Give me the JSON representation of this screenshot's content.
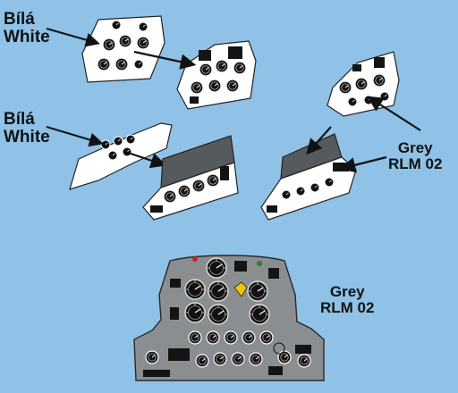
{
  "labels": {
    "white_top": {
      "line1": "Bílá",
      "line2": "White"
    },
    "white_mid": {
      "line1": "Bílá",
      "line2": "White"
    },
    "grey_right": {
      "line1": "Grey",
      "line2": "RLM 02"
    },
    "grey_bottom": {
      "line1": "Grey",
      "line2": "RLM 02"
    }
  },
  "colors": {
    "background": "#8fc2e6",
    "white_paint": "#ffffff",
    "grey_paint": "#8a8e90",
    "instrument_black": "#141414",
    "outline": "#222222"
  }
}
